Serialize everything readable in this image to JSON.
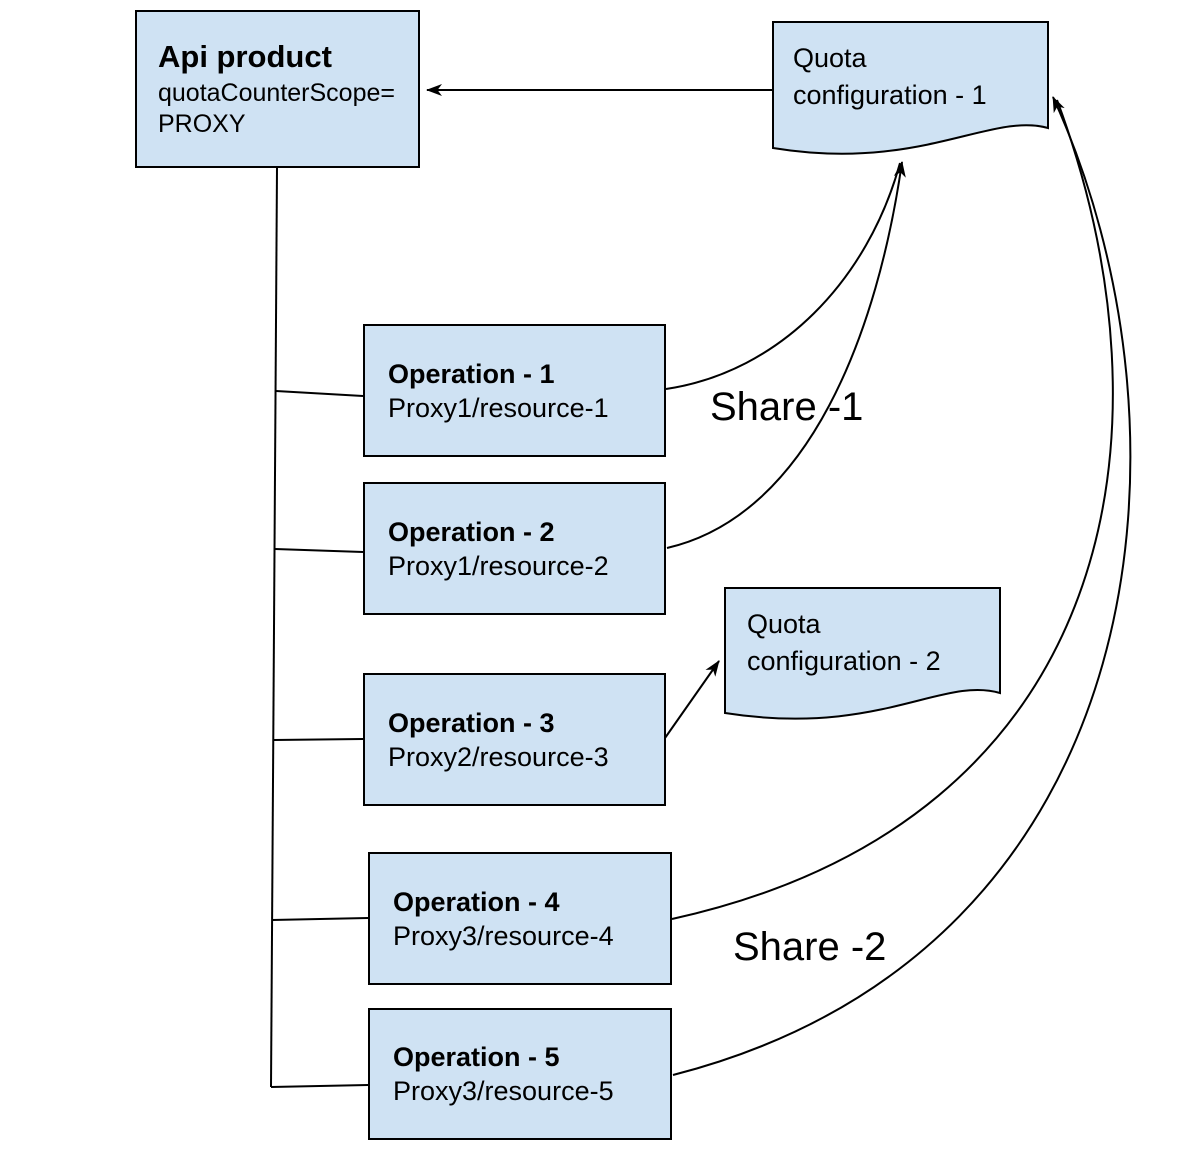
{
  "diagram": {
    "colors": {
      "node_fill": "#cfe2f3",
      "stroke": "#000000",
      "background": "#ffffff",
      "text": "#000000"
    },
    "api_product": {
      "title": "Api product",
      "attr_line1": "quotaCounterScope=",
      "attr_line2": "PROXY"
    },
    "quota_config_1": {
      "line1": "Quota",
      "line2": "configuration - 1"
    },
    "quota_config_2": {
      "line1": "Quota",
      "line2": "configuration - 2"
    },
    "operations": [
      {
        "title": "Operation - 1",
        "path": "Proxy1/resource-1"
      },
      {
        "title": "Operation - 2",
        "path": "Proxy1/resource-2"
      },
      {
        "title": "Operation - 3",
        "path": "Proxy2/resource-3"
      },
      {
        "title": "Operation - 4",
        "path": "Proxy3/resource-4"
      },
      {
        "title": "Operation - 5",
        "path": "Proxy3/resource-5"
      }
    ],
    "edge_labels": {
      "share_1": "Share -1",
      "share_2": "Share -2"
    }
  }
}
